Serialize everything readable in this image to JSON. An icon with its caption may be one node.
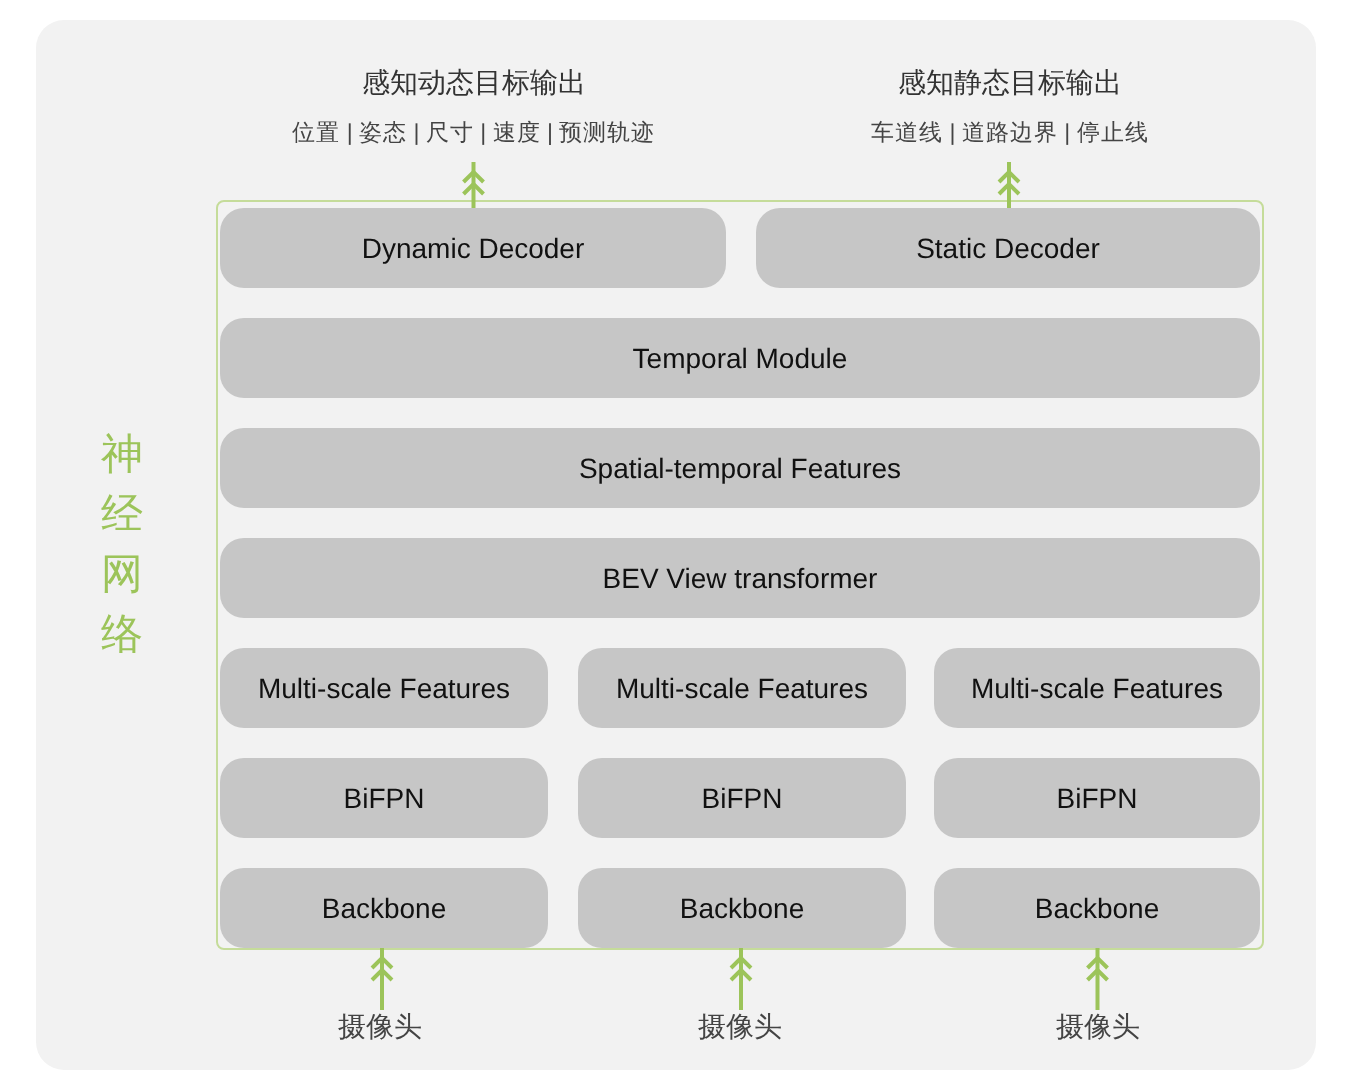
{
  "diagram": {
    "nodes": [
      {
        "text": [
          "神经网络"
        ]
      },
      {
        "text": [
          "Dynamic Decoder"
        ],
        "in": 0
      },
      {
        "text": [
          "Static Decoder"
        ],
        "in": 0
      },
      {
        "text": [
          "Temporal Module"
        ],
        "in": 0
      },
      {
        "text": [
          "Spatial-temporal Features"
        ],
        "in": 0
      },
      {
        "text": [
          "BEV View transformer"
        ],
        "in": 0
      },
      {
        "text": [
          "Multi-scale Features"
        ],
        "in": 0
      },
      {
        "text": [
          "Multi-scale Features"
        ],
        "in": 0
      },
      {
        "text": [
          "Multi-scale Features"
        ],
        "in": 0
      },
      {
        "text": [
          "BiFPN"
        ],
        "in": 0
      },
      {
        "text": [
          "BiFPN"
        ],
        "in": 0
      },
      {
        "text": [
          "BiFPN"
        ],
        "in": 0
      },
      {
        "text": [
          "Backbone"
        ],
        "in": 0
      },
      {
        "text": [
          "Backbone"
        ],
        "in": 0
      },
      {
        "text": [
          "Backbone"
        ],
        "in": 0
      },
      {
        "text": [
          "感知动态目标输出",
          "位置 | 姿态 | 尺寸 | 速度 | 预测轨迹"
        ]
      },
      {
        "text": [
          "感知静态目标输出",
          "车道线 | 道路边界 | 停止线"
        ]
      },
      {
        "text": [
          "摄像头"
        ]
      },
      {
        "text": [
          "摄像头"
        ]
      },
      {
        "text": [
          "摄像头"
        ]
      }
    ],
    "edges": [
      {
        "from": 1,
        "to": 15,
        "arrow": "to"
      },
      {
        "from": 2,
        "to": 16,
        "arrow": "to"
      },
      {
        "from": 17,
        "to": 12,
        "arrow": "to"
      },
      {
        "from": 18,
        "to": 13,
        "arrow": "to"
      },
      {
        "from": 19,
        "to": 14,
        "arrow": "to"
      }
    ]
  }
}
